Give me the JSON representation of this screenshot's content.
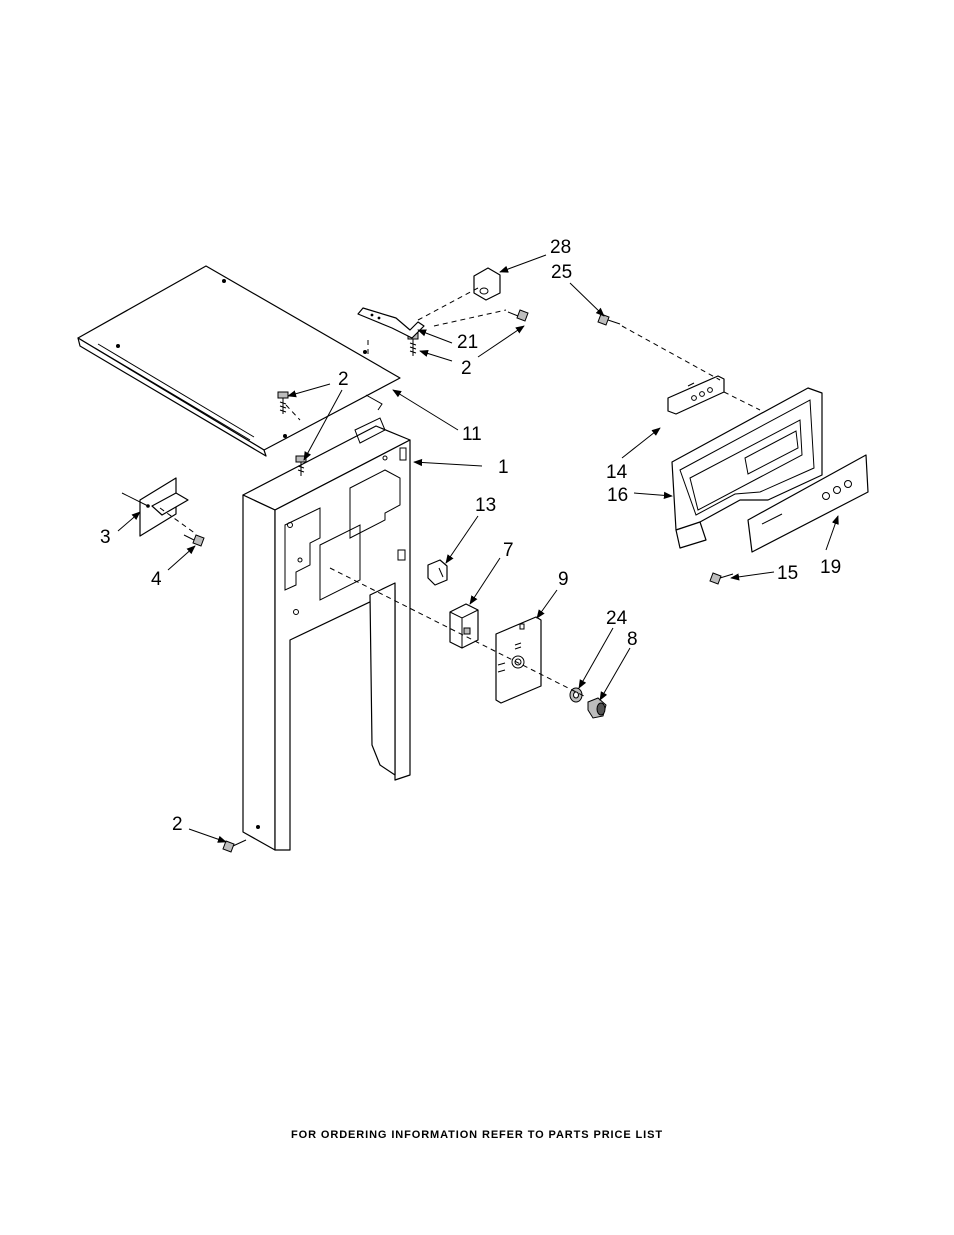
{
  "callouts": {
    "c28": "28",
    "c25": "25",
    "c21": "21",
    "c2_top": "2",
    "c2_screw": "2",
    "c11": "11",
    "c1": "1",
    "c3": "3",
    "c4": "4",
    "c13": "13",
    "c7": "7",
    "c9": "9",
    "c24": "24",
    "c8": "8",
    "c14": "14",
    "c16": "16",
    "c19": "19",
    "c15": "15",
    "c2_bottom": "2"
  },
  "footer": "FOR ORDERING INFORMATION REFER TO PARTS PRICE LIST"
}
